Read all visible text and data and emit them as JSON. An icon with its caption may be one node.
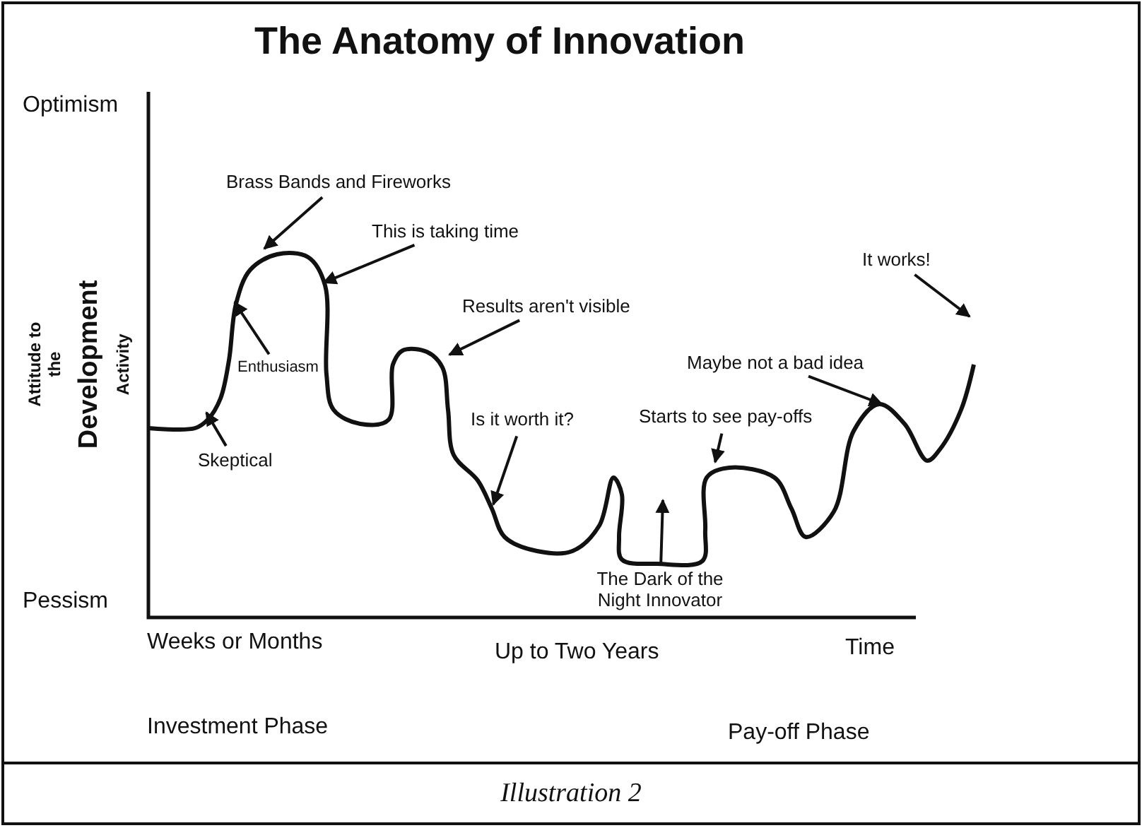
{
  "diagram": {
    "title": "The Anatomy of Innovation",
    "caption": "Illustration 2",
    "nodes": [
      {
        "text": [
          "Brass Bands and Fireworks"
        ]
      },
      {
        "text": [
          "This is taking time"
        ]
      },
      {
        "text": [
          "Results aren't visible"
        ]
      },
      {
        "text": [
          "Enthusiasm"
        ]
      },
      {
        "text": [
          "Skeptical"
        ]
      },
      {
        "text": [
          "Is it worth it?"
        ]
      },
      {
        "text": [
          "The Dark of the Night Innovator"
        ]
      },
      {
        "text": [
          "Starts to see pay-offs"
        ]
      },
      {
        "text": [
          "Maybe not a bad idea"
        ]
      },
      {
        "text": [
          "It works!"
        ]
      }
    ],
    "edges": [
      {
        "from": 0,
        "to": null,
        "arrow": "to"
      },
      {
        "from": 1,
        "to": null,
        "arrow": "to"
      },
      {
        "from": 2,
        "to": null,
        "arrow": "to"
      },
      {
        "from": 3,
        "to": null,
        "arrow": "to"
      },
      {
        "from": 4,
        "to": null,
        "arrow": "to"
      },
      {
        "from": 5,
        "to": null,
        "arrow": "to"
      },
      {
        "from": 6,
        "to": null,
        "arrow": "to"
      },
      {
        "from": 7,
        "to": null,
        "arrow": "to"
      },
      {
        "from": 8,
        "to": null,
        "arrow": "to"
      },
      {
        "from": 9,
        "to": null,
        "arrow": "to"
      }
    ],
    "labels": [
      "Optimism",
      "Attitude to the",
      "Development",
      "Activity",
      "Pessism",
      "Weeks or Months",
      "Up to Two Years",
      "Time",
      "Investment Phase",
      "Pay-off Phase"
    ]
  }
}
